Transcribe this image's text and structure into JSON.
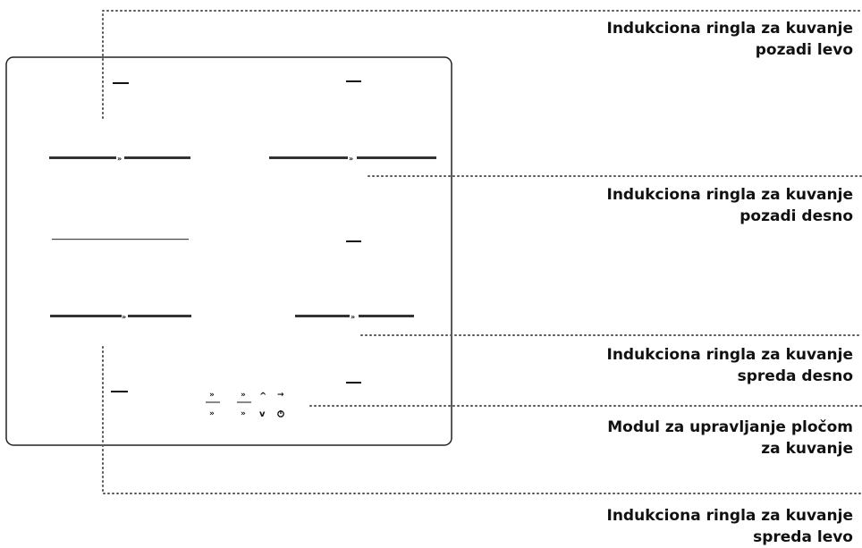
{
  "callouts": [
    {
      "id": "rear-left",
      "line1": "Indukciona ringla za kuvanje",
      "line2": "pozadi levo"
    },
    {
      "id": "rear-right",
      "line1": "Indukciona ringla za kuvanje",
      "line2": "pozadi desno"
    },
    {
      "id": "front-right",
      "line1": "Indukciona ringla za kuvanje",
      "line2": "spreda desno"
    },
    {
      "id": "control",
      "line1": "Modul za upravljanje pločom",
      "line2": "za kuvanje"
    },
    {
      "id": "front-left",
      "line1": "Indukciona ringla za kuvanje",
      "line2": "spreda levo"
    }
  ],
  "control_panel_symbols": {
    "double_arrow": "»",
    "up": "^",
    "down": "v",
    "right_arrow": "→",
    "power": "⏻"
  },
  "colors": {
    "stroke": "#222222",
    "dots": "#555555",
    "text": "#111111"
  }
}
